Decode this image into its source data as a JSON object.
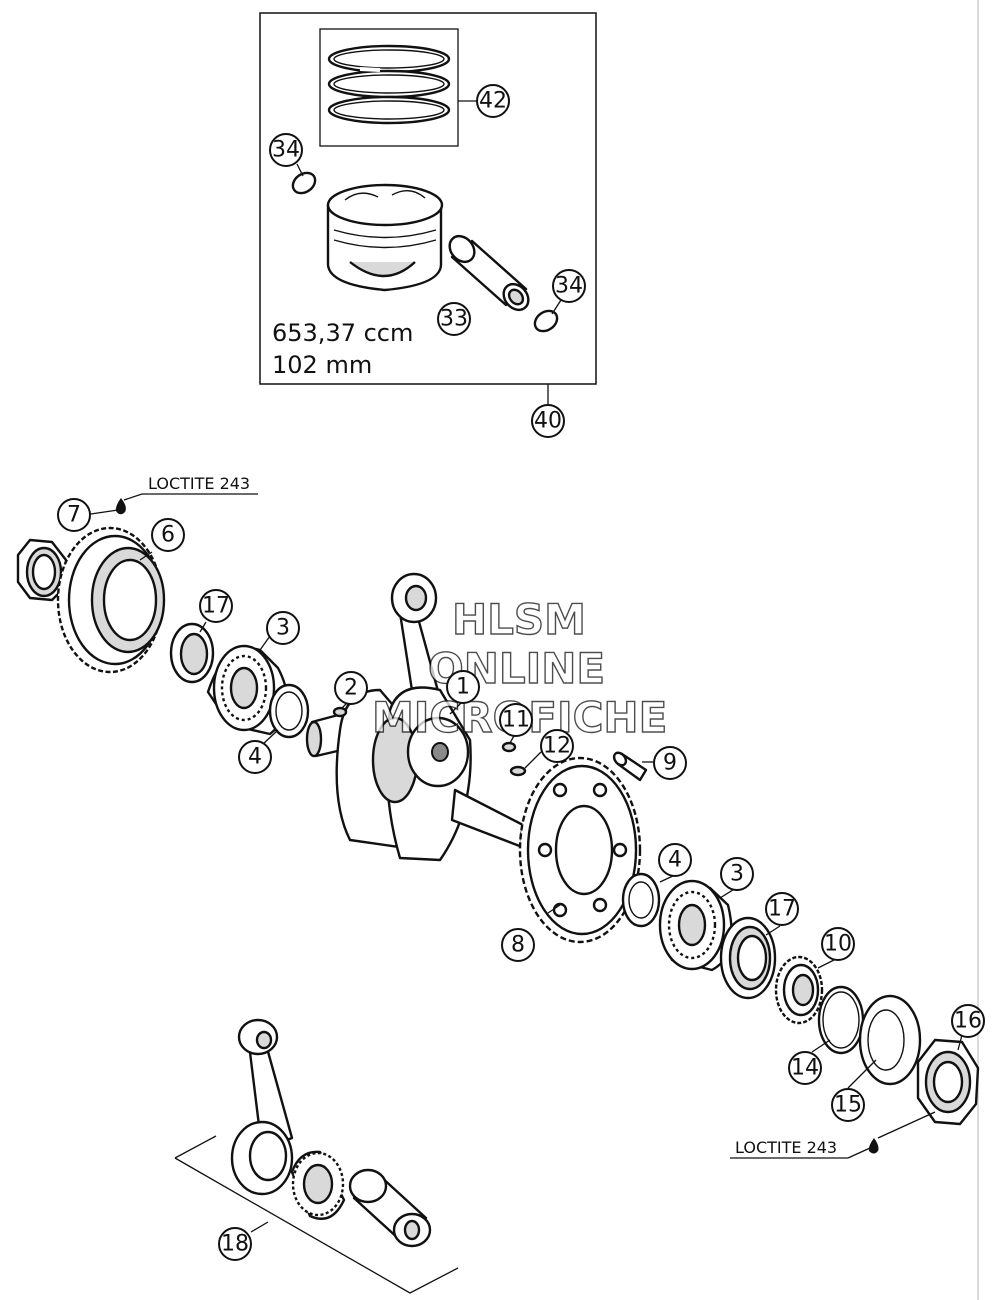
{
  "spec": {
    "displacement": "653,37 ccm",
    "bore": "102 mm"
  },
  "notes": {
    "loctite_top": "LOCTITE 243",
    "loctite_bottom": "LOCTITE 243"
  },
  "watermark": {
    "line1": "HLSM",
    "line2": "ONLINE",
    "line3": "MICROFICHE"
  },
  "callouts": {
    "c42": "42",
    "c34a": "34",
    "c34b": "34",
    "c33": "33",
    "c40": "40",
    "c7": "7",
    "c6": "6",
    "c17a": "17",
    "c3a": "3",
    "c4a": "4",
    "c2": "2",
    "c1": "1",
    "c11": "11",
    "c12": "12",
    "c9": "9",
    "c8": "8",
    "c4b": "4",
    "c3b": "3",
    "c17b": "17",
    "c10": "10",
    "c16": "16",
    "c14": "14",
    "c15": "15",
    "c18": "18"
  }
}
